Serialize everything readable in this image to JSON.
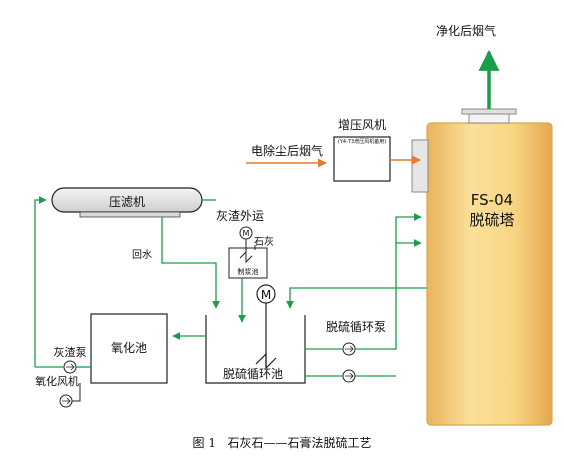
{
  "labels": {
    "clean_gas": "净化后烟气",
    "booster_fan": "增压风机",
    "booster_fan_sub": "(Y4-73增压风机备用)",
    "dust_gas": "电除尘后烟气",
    "tower_code": "FS-04",
    "tower_name": "脱硫塔",
    "filter_press": "压滤机",
    "ash_out": "灰渣外运",
    "lime": "石灰",
    "slurry_tank": "制浆池",
    "return_water": "回水",
    "oxidation_pool": "氧化池",
    "desulf_pool": "脱硫循环池",
    "circ_pump": "脱硫循环泵",
    "ash_pump": "灰渣泵",
    "oxid_fan": "氧化风机",
    "motor": "M",
    "motor_small": "M"
  },
  "caption": "图 1   石灰石——石膏法脱硫工艺",
  "colors": {
    "flow_green": "#1a9e4a",
    "flue_orange": "#e8782a",
    "tower_fill": "#f6d283",
    "tower_edge": "#d7a94d",
    "line_black": "#222222"
  }
}
